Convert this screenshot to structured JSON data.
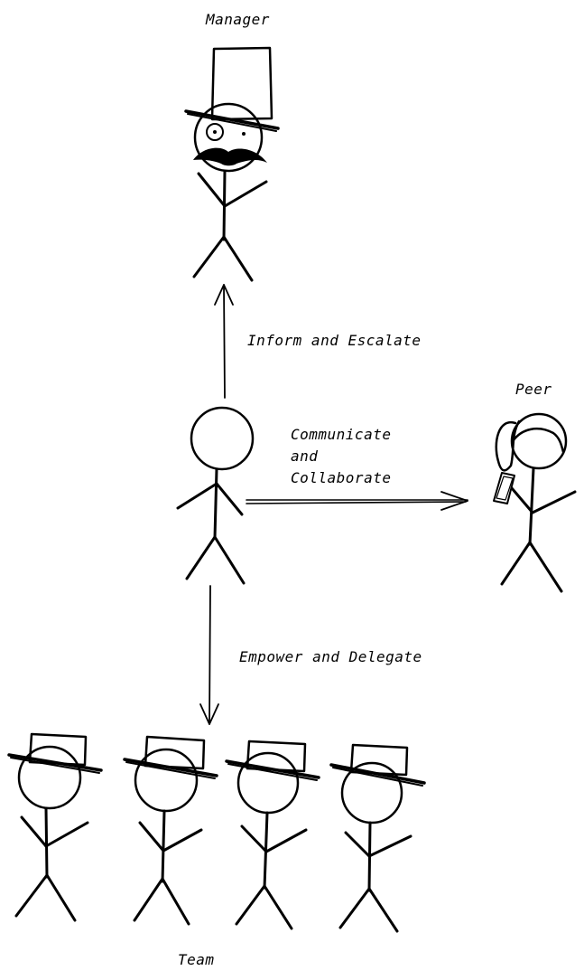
{
  "labels": {
    "manager": "Manager",
    "peer": "Peer",
    "team": "Team",
    "escalate": "Inform and Escalate",
    "communicate_line1": "Communicate",
    "communicate_line2": "and",
    "communicate_line3": "Collaborate",
    "delegate": "Empower and Delegate"
  },
  "colors": {
    "ink": "#000000",
    "background": "#ffffff"
  }
}
